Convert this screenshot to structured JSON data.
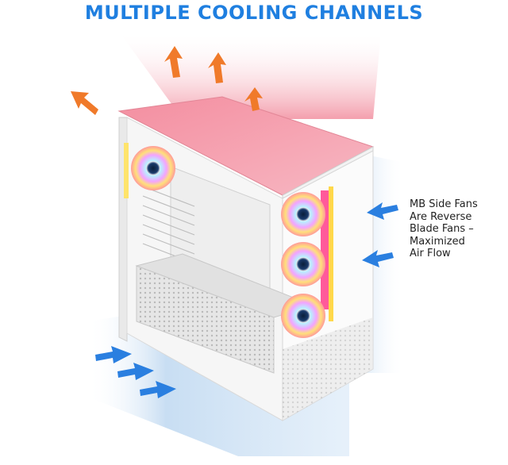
{
  "headline": "MULTIPLE COOLING CHANNELS",
  "side_note": {
    "lines": [
      "MB Side Fans",
      "Are Reverse",
      "Blade Fans –",
      "Maximized",
      "Air Flow"
    ]
  },
  "colors": {
    "headline": "#1f7fe0",
    "exhaust_arrow": "#f07a2a",
    "intake_arrow": "#2a7fe0",
    "exhaust_glow": "#f7a6b4",
    "intake_glow": "#cfe3f6",
    "case_body": "#f4f4f4"
  },
  "icons": [
    "orange-up-arrow",
    "blue-left-arrow",
    "blue-right-arrow",
    "rgb-fan"
  ]
}
